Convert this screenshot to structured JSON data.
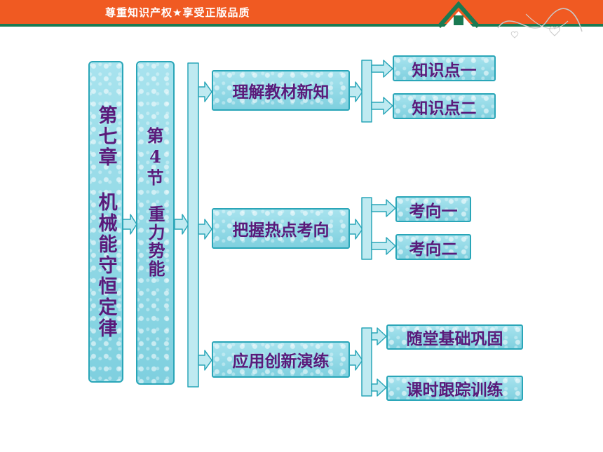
{
  "header": {
    "banner_text": "尊重知识产权★享受正版品质"
  },
  "diagram": {
    "chapter": "第七章 机械能守恒定律",
    "section_prefix": "第",
    "section_num": "4",
    "section_suffix": "节",
    "section_title": "重力势能",
    "branches": [
      {
        "label": "理解教材新知",
        "children": [
          "知识点一",
          "知识点二"
        ]
      },
      {
        "label": "把握热点考向",
        "children": [
          "考向一",
          "考向二"
        ]
      },
      {
        "label": "应用创新演练",
        "children": [
          "随堂基础巩固",
          "课时跟踪训练"
        ]
      }
    ]
  },
  "colors": {
    "banner": "#f05a22",
    "stripe": "#1a7a52",
    "box_border": "#2aa6b8",
    "box_fill": "#a8e3ee",
    "text": "#5a1a7a"
  }
}
